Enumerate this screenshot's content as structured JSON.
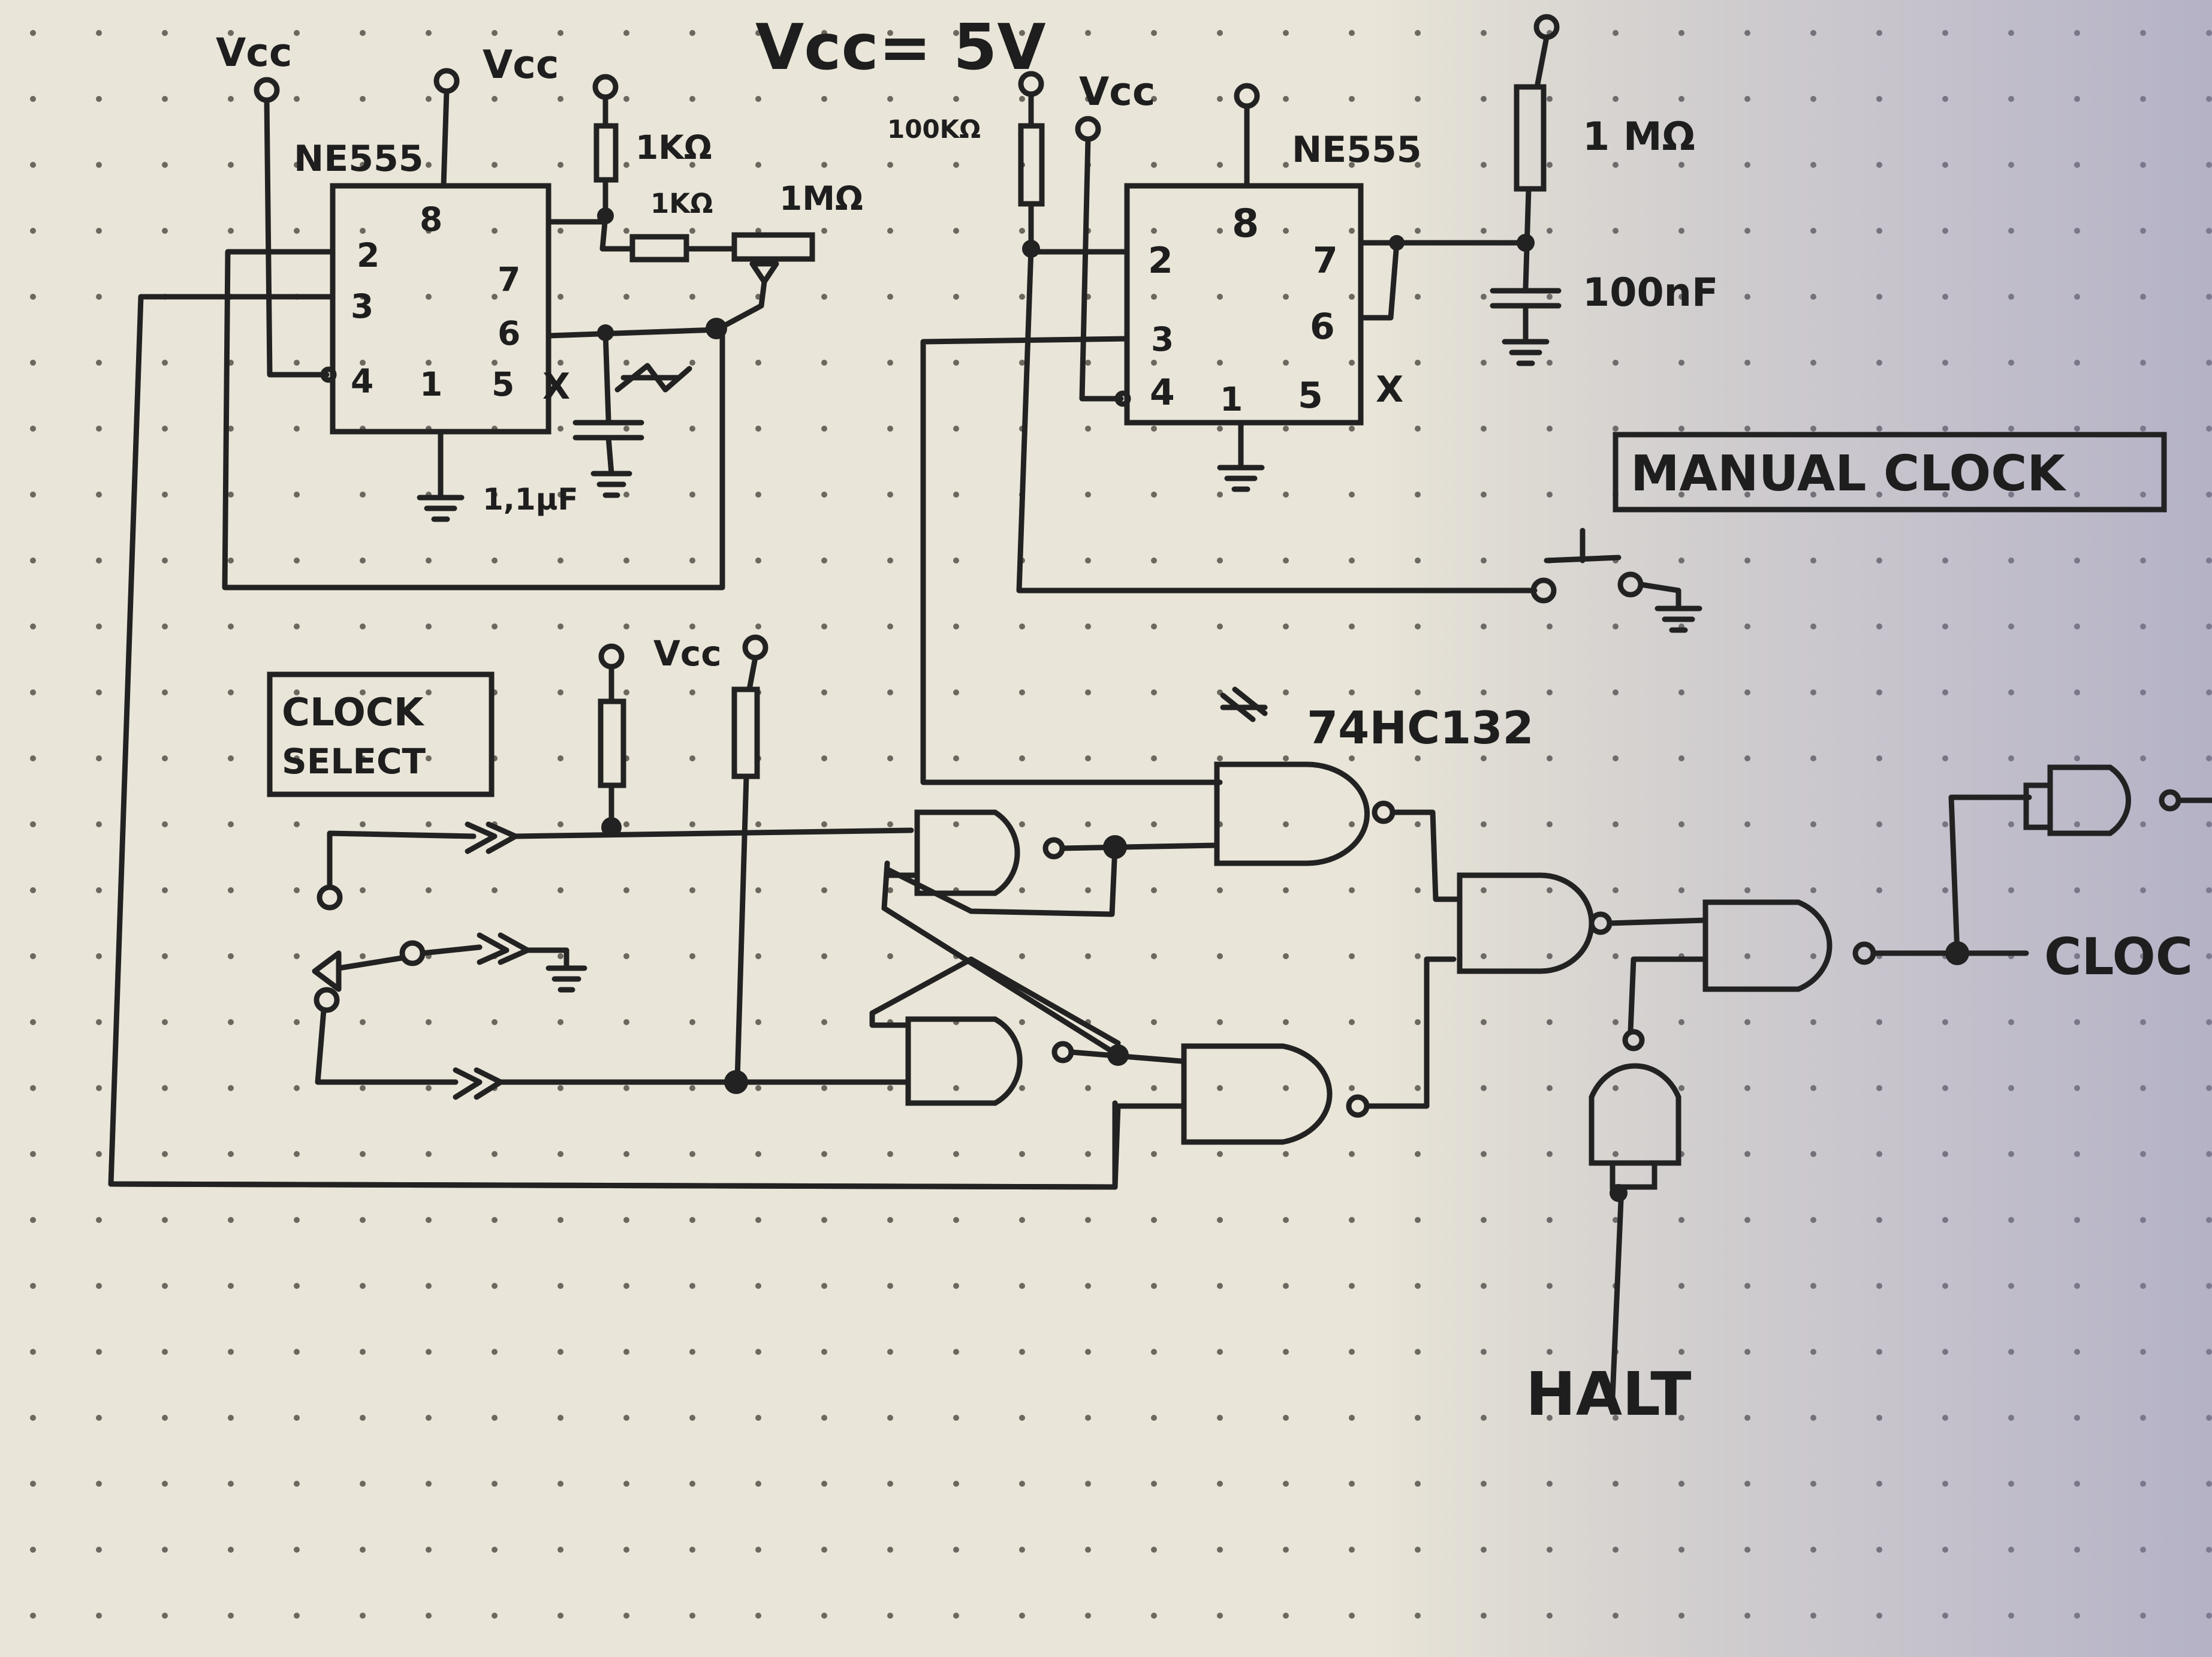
{
  "supply": "Vcc= 5V",
  "ne555_left": {
    "chip": "NE555",
    "vcc_a": "Vcc",
    "vcc_b": "Vcc",
    "pins": {
      "p2": "2",
      "p3": "3",
      "p4": "4",
      "p8": "8",
      "p7": "7",
      "p6": "6",
      "p1": "1",
      "p5": "5"
    },
    "r1": "1KΩ",
    "r2": "1KΩ",
    "pot": "1MΩ",
    "cap": "1,1µF",
    "nc": "X"
  },
  "ne555_right": {
    "chip": "NE555",
    "vcc": "Vcc",
    "r_pullup": "100KΩ",
    "r_timing": "1 MΩ",
    "cap": "100nF",
    "pins": {
      "p2": "2",
      "p3": "3",
      "p4": "4",
      "p8": "8",
      "p7": "7",
      "p6": "6",
      "p1": "1",
      "p5": "5"
    },
    "nc": "X"
  },
  "labels": {
    "manual_clock": "MANUAL CLOCK",
    "clock_select": [
      "CLOCK",
      "SELECT"
    ],
    "vcc_pullups": "Vcc",
    "gate_ic": "74HC132",
    "clock_out": "CLOC",
    "halt": "HALT"
  }
}
